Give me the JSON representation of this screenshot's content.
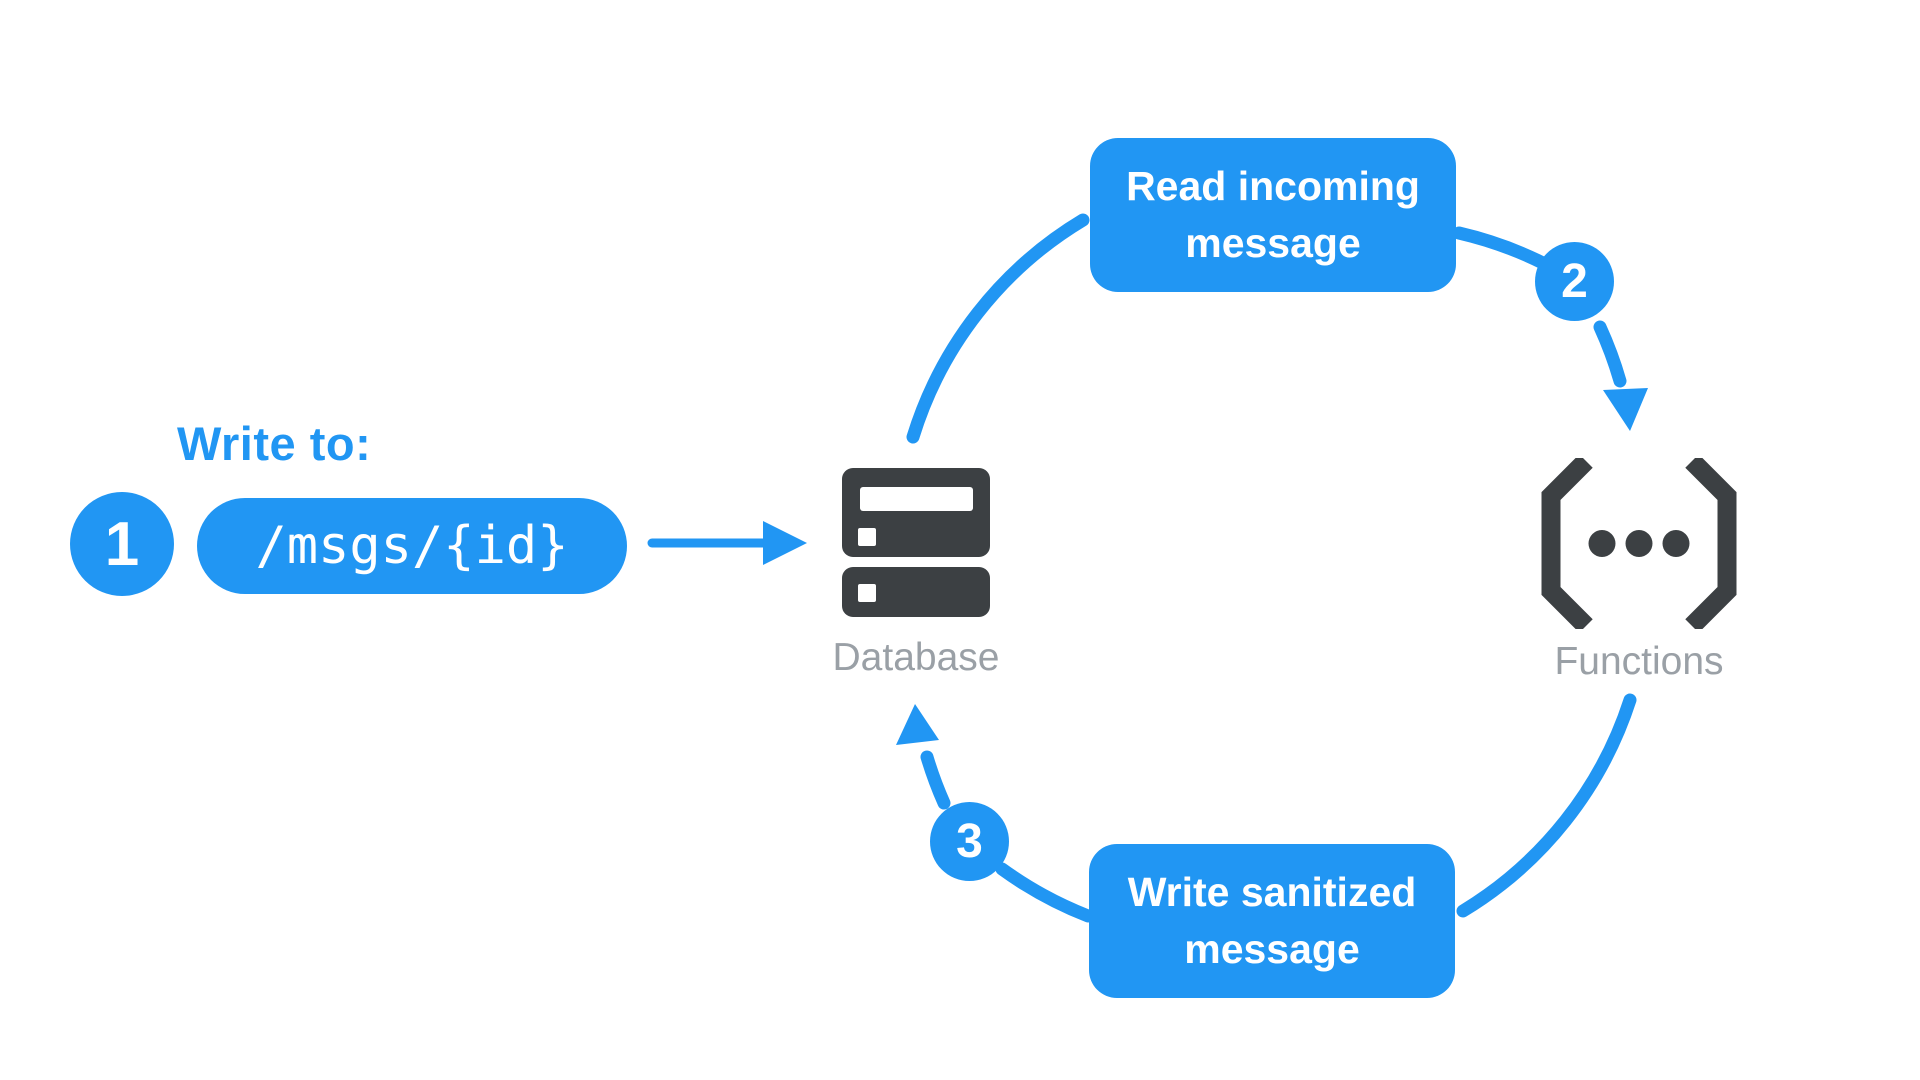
{
  "colors": {
    "accent_blue": "#2196F3",
    "icon_dark": "#3C4043",
    "label_gray": "#9AA0A6",
    "pill_text": "#FFFFFF",
    "background": "#FFFFFF"
  },
  "write_to": {
    "badge": "1",
    "heading": "Write to:",
    "path_value": "/msgs/{id}"
  },
  "nodes": {
    "database": {
      "label": "Database",
      "icon": "database-icon"
    },
    "functions": {
      "label": "Functions",
      "icon": "functions-icon"
    }
  },
  "flow": {
    "step2": {
      "badge": "2",
      "label": "Read incoming message"
    },
    "step3": {
      "badge": "3",
      "label": "Write sanitized message"
    }
  }
}
